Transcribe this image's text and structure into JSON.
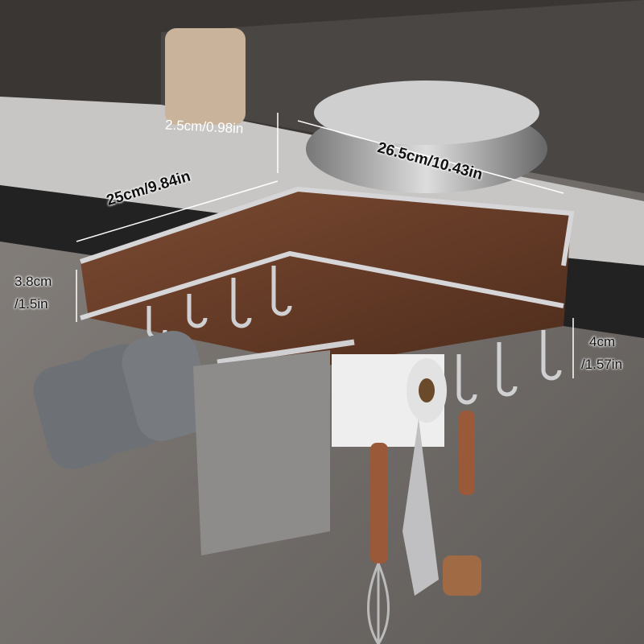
{
  "dimensions": {
    "shelf_thickness": "2.5cm/0.98in",
    "depth": "26.5cm/10.43in",
    "width": "25cm/9.84in",
    "left_hook_height_line1": "3.8cm",
    "left_hook_height_line2": "/1.5in",
    "right_hook_height_line1": "4cm",
    "right_hook_height_line2": "/1.57in"
  },
  "colors": {
    "wood": "#6b3f2a",
    "steel": "#c9c9cc",
    "cabinet": "#2b2b2d",
    "wall": "#7a7570"
  }
}
